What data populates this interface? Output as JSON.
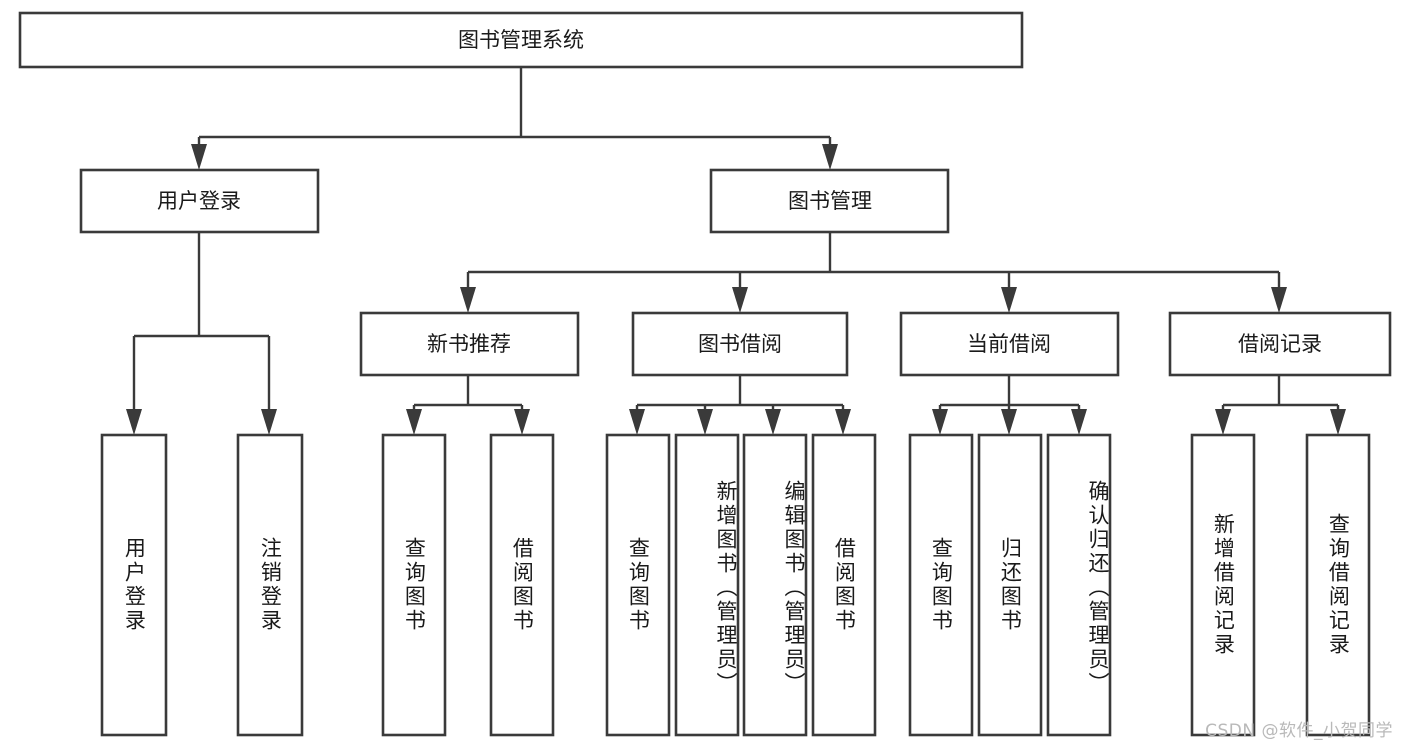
{
  "diagram": {
    "title": "图书管理系统",
    "type": "tree-hierarchy-flowchart",
    "orientation": "top-down",
    "colors": {
      "box_stroke": "#3a3a3a",
      "box_fill": "#ffffff",
      "text": "#1a1a1a",
      "background": "#ffffff",
      "watermark": "#b9b9b9"
    },
    "root": {
      "label": "图书管理系统"
    },
    "level2": [
      {
        "label": "用户登录"
      },
      {
        "label": "图书管理"
      }
    ],
    "level3": [
      {
        "label": "新书推荐"
      },
      {
        "label": "图书借阅"
      },
      {
        "label": "当前借阅"
      },
      {
        "label": "借阅记录"
      }
    ],
    "leaves": {
      "user_login": [
        {
          "label": "用户登录"
        },
        {
          "label": "注销登录"
        }
      ],
      "new_book_recommend": [
        {
          "label": "查询图书"
        },
        {
          "label": "借阅图书"
        }
      ],
      "book_borrow": [
        {
          "label": "查询图书"
        },
        {
          "label": "新增图书（管理员）"
        },
        {
          "label": "编辑图书（管理员）"
        },
        {
          "label": "借阅图书"
        }
      ],
      "current_borrow": [
        {
          "label": "查询图书"
        },
        {
          "label": "归还图书"
        },
        {
          "label": "确认归还（管理员）"
        }
      ],
      "borrow_record": [
        {
          "label": "新增借阅记录"
        },
        {
          "label": "查询借阅记录"
        }
      ]
    },
    "watermark": "CSDN @软件_小贺同学"
  }
}
